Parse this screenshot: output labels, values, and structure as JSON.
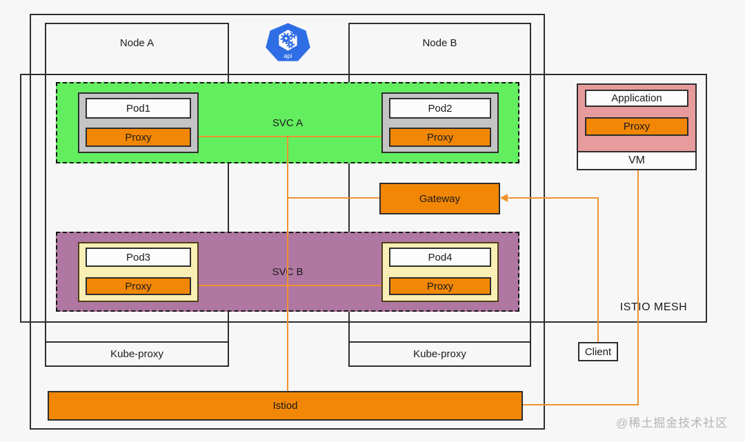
{
  "diagram": {
    "node_a": {
      "label": "Node A",
      "kube_proxy_label": "Kube-proxy"
    },
    "node_b": {
      "label": "Node B",
      "kube_proxy_label": "Kube-proxy"
    },
    "svc_a": {
      "label": "SVC A"
    },
    "svc_b": {
      "label": "SVC B"
    },
    "pods": {
      "pod1": {
        "name": "Pod1",
        "proxy": "Proxy"
      },
      "pod2": {
        "name": "Pod2",
        "proxy": "Proxy"
      },
      "pod3": {
        "name": "Pod3",
        "proxy": "Proxy"
      },
      "pod4": {
        "name": "Pod4",
        "proxy": "Proxy"
      }
    },
    "gateway": {
      "label": "Gateway"
    },
    "vm": {
      "app_label": "Application",
      "proxy_label": "Proxy",
      "label": "VM"
    },
    "istiod": {
      "label": "Istiod"
    },
    "client": {
      "label": "Client"
    },
    "mesh": {
      "label": "ISTIO MESH"
    },
    "api_logo": {
      "label": "api"
    },
    "watermark": "@稀土掘金技术社区"
  },
  "colors": {
    "svc_green": "#63ee5f",
    "svc_purple": "#b077a2",
    "box_orange": "#f28705",
    "line_orange": "#f0922e",
    "vm_pink": "#e89b9c",
    "pod_gray": "#c4c4c4",
    "pod_cream": "#f9efb5",
    "k8s_blue": "#2f6de5",
    "watermark_gray": "#b5b5b5"
  }
}
